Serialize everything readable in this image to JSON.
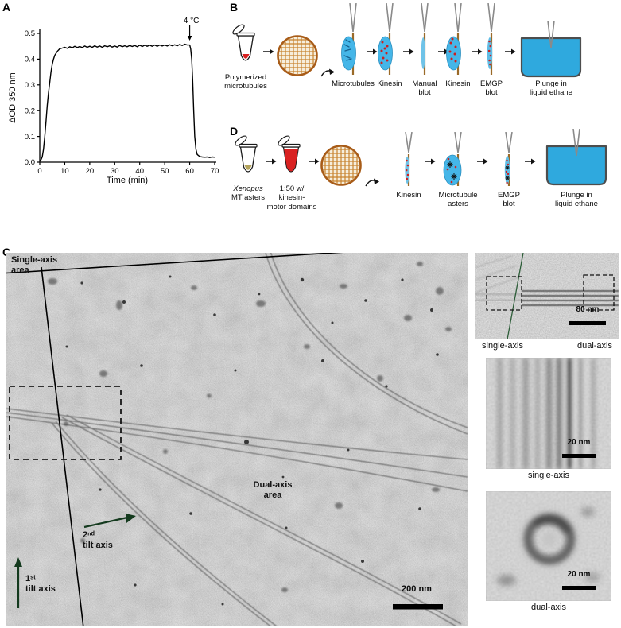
{
  "panels": {
    "a": "A",
    "b": "B",
    "c": "C",
    "d": "D"
  },
  "chart_data": {
    "type": "line",
    "xlabel": "Time (min)",
    "ylabel": "ΔOD 350 nm",
    "xlim": [
      0,
      70
    ],
    "ylim": [
      0,
      0.5
    ],
    "x_ticks": [
      0,
      10,
      20,
      30,
      40,
      50,
      60,
      70
    ],
    "y_ticks": [
      0,
      0.1,
      0.2,
      0.3,
      0.4,
      0.5
    ],
    "annotation": {
      "text": "4 °C",
      "x": 60
    },
    "points": [
      [
        0,
        0.005
      ],
      [
        0.5,
        0.01
      ],
      [
        1,
        0.02
      ],
      [
        1.5,
        0.05
      ],
      [
        2,
        0.1
      ],
      [
        2.5,
        0.16
      ],
      [
        3,
        0.22
      ],
      [
        3.5,
        0.27
      ],
      [
        4,
        0.31
      ],
      [
        4.5,
        0.35
      ],
      [
        5,
        0.38
      ],
      [
        5.5,
        0.4
      ],
      [
        6,
        0.415
      ],
      [
        7,
        0.43
      ],
      [
        8,
        0.44
      ],
      [
        9,
        0.443
      ],
      [
        10,
        0.446
      ],
      [
        11,
        0.442
      ],
      [
        12,
        0.448
      ],
      [
        13,
        0.444
      ],
      [
        14,
        0.45
      ],
      [
        15,
        0.445
      ],
      [
        16,
        0.449
      ],
      [
        17,
        0.445
      ],
      [
        18,
        0.451
      ],
      [
        19,
        0.446
      ],
      [
        20,
        0.45
      ],
      [
        21,
        0.446
      ],
      [
        22,
        0.452
      ],
      [
        23,
        0.447
      ],
      [
        24,
        0.451
      ],
      [
        25,
        0.446
      ],
      [
        26,
        0.452
      ],
      [
        27,
        0.448
      ],
      [
        28,
        0.452
      ],
      [
        29,
        0.447
      ],
      [
        30,
        0.451
      ],
      [
        31,
        0.447
      ],
      [
        32,
        0.453
      ],
      [
        33,
        0.448
      ],
      [
        34,
        0.452
      ],
      [
        35,
        0.448
      ],
      [
        36,
        0.453
      ],
      [
        37,
        0.449
      ],
      [
        38,
        0.453
      ],
      [
        39,
        0.448
      ],
      [
        40,
        0.454
      ],
      [
        41,
        0.449
      ],
      [
        42,
        0.454
      ],
      [
        43,
        0.45
      ],
      [
        44,
        0.454
      ],
      [
        45,
        0.45
      ],
      [
        46,
        0.455
      ],
      [
        47,
        0.45
      ],
      [
        48,
        0.455
      ],
      [
        49,
        0.451
      ],
      [
        50,
        0.455
      ],
      [
        51,
        0.451
      ],
      [
        52,
        0.456
      ],
      [
        53,
        0.452
      ],
      [
        54,
        0.456
      ],
      [
        55,
        0.452
      ],
      [
        56,
        0.457
      ],
      [
        57,
        0.453
      ],
      [
        58,
        0.458
      ],
      [
        59,
        0.455
      ],
      [
        60,
        0.455
      ],
      [
        60.4,
        0.44
      ],
      [
        60.8,
        0.4
      ],
      [
        61.2,
        0.32
      ],
      [
        61.6,
        0.2
      ],
      [
        62,
        0.1
      ],
      [
        62.5,
        0.05
      ],
      [
        63,
        0.03
      ],
      [
        64,
        0.022
      ],
      [
        65,
        0.02
      ],
      [
        66,
        0.019
      ],
      [
        67,
        0.02
      ],
      [
        68,
        0.018
      ],
      [
        69,
        0.02
      ],
      [
        70,
        0.019
      ]
    ]
  },
  "workflow_b": {
    "tube_label": "Polymerized\nmicrotubules",
    "steps": [
      "Microtubules",
      "Kinesin",
      "Manual\nblot",
      "Kinesin",
      "EMGP\nblot"
    ],
    "plunge_label": "Plunge in\nliquid ethane"
  },
  "workflow_d": {
    "tube1_species": "Xenopus",
    "tube1_rest": "MT asters",
    "tube2_label": "1:50 w/\nkinesin-\nmotor domains",
    "steps": [
      "Kinesin",
      "Microtubule\nasters",
      "EMGP\nblot"
    ],
    "plunge_label": "Plunge in\nliquid ethane"
  },
  "micrograph": {
    "single_axis_area": "Single-axis\narea",
    "dual_axis_area": "Dual-axis\narea",
    "tilt_axis_2": "2ⁿᵈ\ntilt axis",
    "tilt_axis_1": "1ˢᵗ\ntilt axis",
    "scale_bar": "200 nm"
  },
  "insets": {
    "tomo": {
      "scale_bar": "80 nm",
      "label_left": "single-axis",
      "label_right": "dual-axis"
    },
    "single": {
      "scale_bar": "20 nm",
      "label": "single-axis"
    },
    "dual": {
      "scale_bar": "20 nm",
      "label": "dual-axis"
    }
  }
}
